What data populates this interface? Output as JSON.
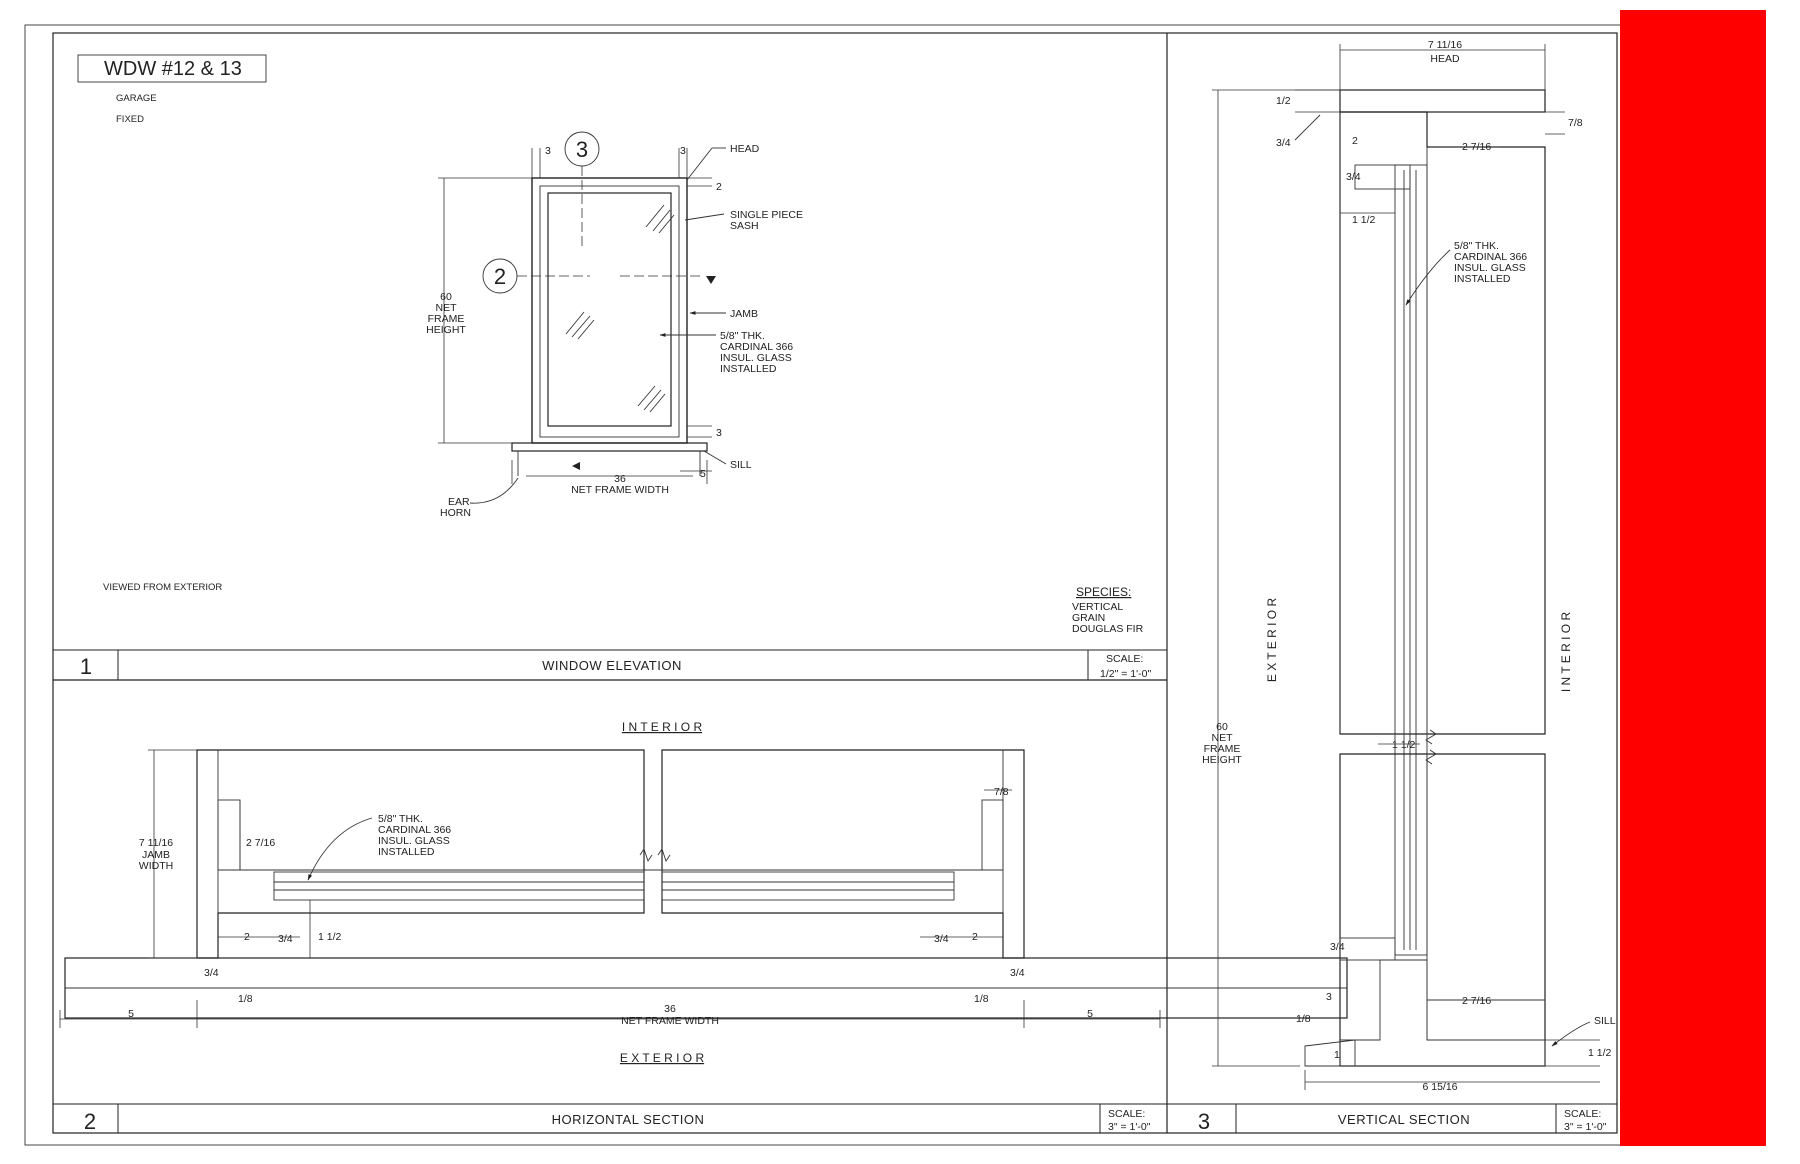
{
  "sheet": {
    "window_tag": "WDW #12 & 13",
    "location": "GARAGE",
    "window_type": "FIXED"
  },
  "detail1": {
    "number": "1",
    "title": "WINDOW ELEVATION",
    "scale_label": "SCALE:",
    "scale_value": "1/2\" = 1'-0\"",
    "view_note": "VIEWED FROM EXTERIOR",
    "section_callout_top": "3",
    "section_callout_left": "2",
    "species_title": "SPECIES:",
    "species_lines": [
      "VERTICAL",
      "GRAIN",
      "DOUGLAS FIR"
    ],
    "callouts": {
      "head": "HEAD",
      "sash": [
        "SINGLE PIECE",
        "SASH"
      ],
      "jamb": "JAMB",
      "glass": [
        "5/8\" THK.",
        "CARDINAL 366",
        "INSUL. GLASS",
        "INSTALLED"
      ],
      "sill": "SILL",
      "ear_horn": [
        "EAR",
        "HORN"
      ]
    },
    "dims": {
      "height": [
        "60",
        "NET",
        "FRAME",
        "HEIGHT"
      ],
      "width": [
        "36",
        "NET FRAME WIDTH"
      ],
      "head_top_left": "3",
      "head_top_right": "3",
      "head_right": "2",
      "sill_right": "3",
      "sill_bottom": "5"
    }
  },
  "detail2": {
    "number": "2",
    "title": "HORIZONTAL SECTION",
    "scale_label": "SCALE:",
    "scale_value": "3\" = 1'-0\"",
    "interior_label": "I N T E R I O R",
    "exterior_label": "E X T E R I O R",
    "glass_callout": [
      "5/8\" THK.",
      "CARDINAL 366",
      "INSUL. GLASS",
      "INSTALLED"
    ],
    "dims": {
      "jamb_width": [
        "7 11/16",
        "JAMB",
        "WIDTH"
      ],
      "stop_depth": "2 7/16",
      "stop_left": "2",
      "stop_left_frac": "3/4",
      "sash_width": "1 1/2",
      "right_top": "7/8",
      "right_stop_frac": "3/4",
      "right_stop": "2",
      "frame_left_a": "3/4",
      "frame_left_b": "1/8",
      "frame_right_a": "3/4",
      "frame_right_b": "1/8",
      "overall_left": "5",
      "overall_width": [
        "36",
        "NET FRAME WIDTH"
      ],
      "overall_right": "5"
    }
  },
  "detail3": {
    "number": "3",
    "title": "VERTICAL SECTION",
    "scale_label": "SCALE:",
    "scale_value": "3\" = 1'-0\"",
    "exterior_label": "E X T E R I O R",
    "interior_label": "I N T E R I O R",
    "glass_callout": [
      "5/8\" THK.",
      "CARDINAL 366",
      "INSUL. GLASS",
      "INSTALLED"
    ],
    "sill_callout": "SILL",
    "dims": {
      "head_width": [
        "7 11/16",
        "HEAD"
      ],
      "head_left": "1/2",
      "head_left_b": "3/4",
      "head_stop": "2",
      "head_right": "7/8",
      "head_inner": "2 7/16",
      "sash_top": "3/4",
      "sash_side": "1 1/2",
      "meeting": "1 1/2",
      "height": [
        "60",
        "NET",
        "FRAME",
        "HEIGHT"
      ],
      "sill_frac_a": "3/4",
      "sill_a": "3",
      "sill_frac_b": "1/8",
      "sill_b": "1",
      "sill_inner": "2 7/16",
      "sill_right": "1 1/2",
      "sill_width": "6 15/16"
    }
  },
  "colors": {
    "linework": "#222222",
    "redaction": "#ff0000",
    "paper": "#ffffff"
  }
}
